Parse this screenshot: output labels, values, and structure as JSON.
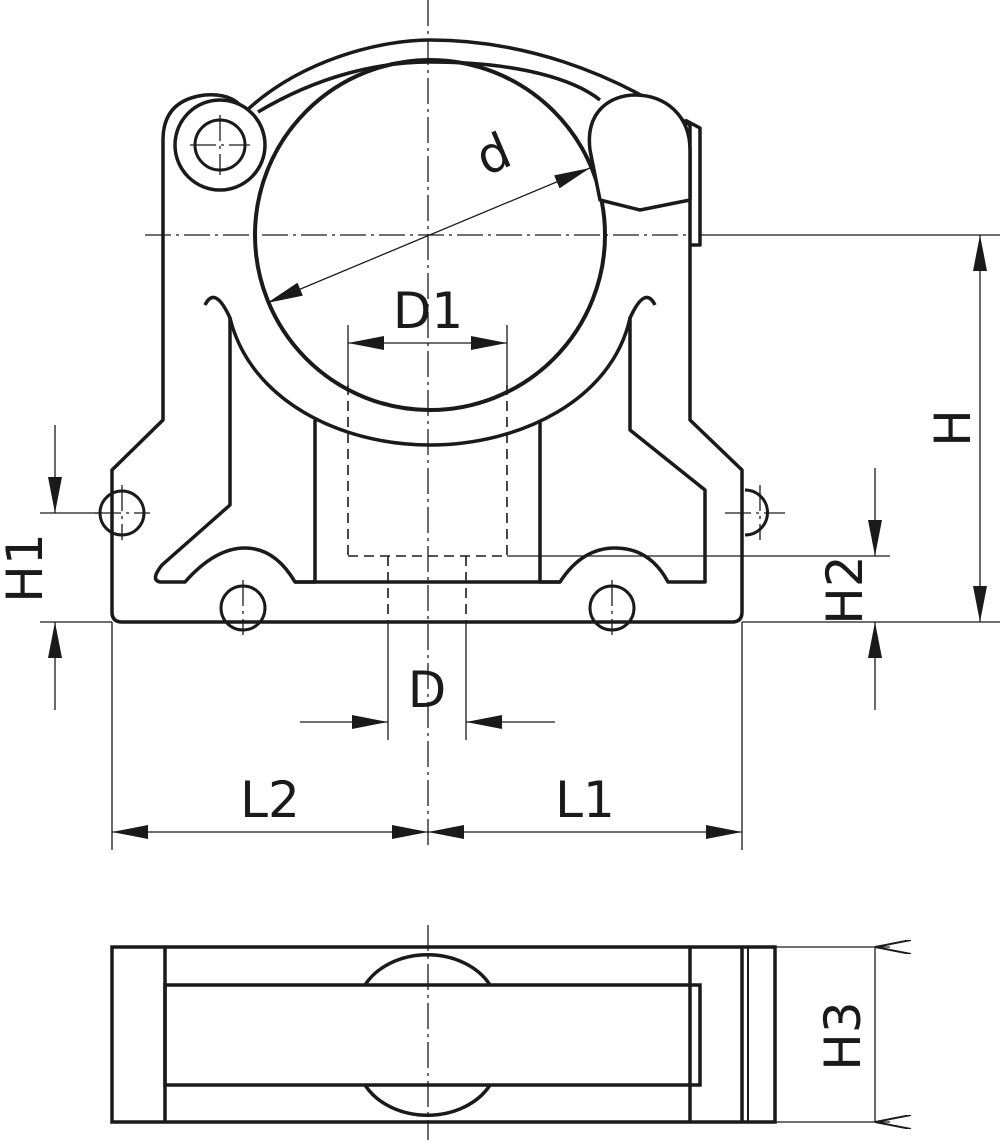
{
  "labels": {
    "d": "d",
    "D1": "D1",
    "H": "H",
    "H1": "H1",
    "H2": "H2",
    "D": "D",
    "L2": "L2",
    "L1": "L1",
    "H3": "H3"
  },
  "colors": {
    "stroke": "#1a1a1a",
    "background": "#ffffff"
  }
}
